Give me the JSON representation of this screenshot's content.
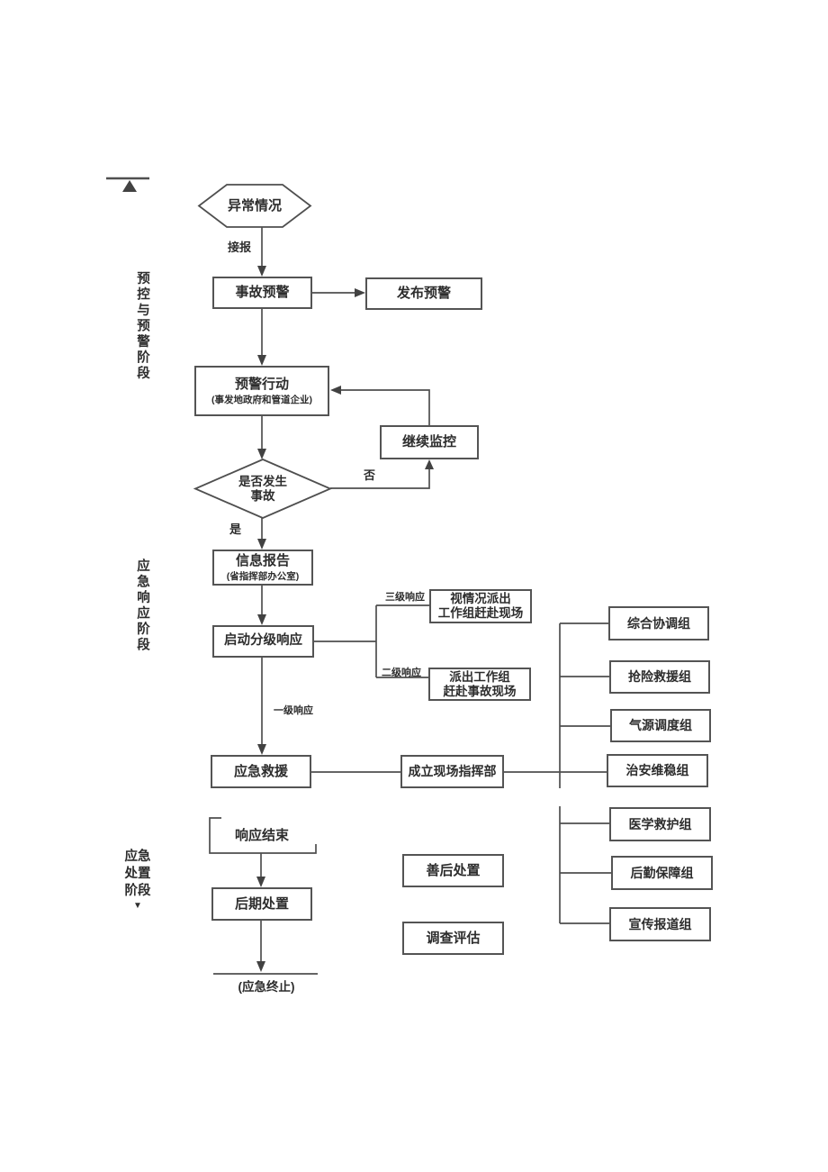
{
  "diagram": {
    "phase_labels": {
      "prewarning": "预控与预警阶段",
      "response": "应急响应阶段",
      "disposal_line1": "应急",
      "disposal_line2": "处置",
      "disposal_line3": "阶段",
      "disposal_arrow": "▼"
    },
    "nodes": {
      "abnormal_situation": "异常情况",
      "accident_prewarning": "事故预警",
      "issue_prewarning": "发布预警",
      "prewarning_action": "预警行动",
      "prewarning_action_sub": "(事发地政府和管道企业)",
      "continue_monitoring": "继续监控",
      "decision_line1": "是否发生",
      "decision_line2": "事故",
      "information_report": "信息报告",
      "information_report_sub": "(省指挥部办公室)",
      "start_graded_response": "启动分级响应",
      "level3_dispatch_line1": "视情况派出",
      "level3_dispatch_line2": "工作组赶赴现场",
      "level2_dispatch_line1": "派出工作组",
      "level2_dispatch_line2": "赶赴事故现场",
      "emergency_rescue": "应急救援",
      "establish_field_command": "成立现场指挥部",
      "groups_top": [
        "综合协调组",
        "抢险救援组",
        "气源调度组",
        "治安维稳组"
      ],
      "groups_bottom": [
        "医学救护组",
        "后勤保障组",
        "宣传报道组"
      ],
      "response_end": "响应结束",
      "post_disposal": "后期处置",
      "aftermath_disposal": "善后处置",
      "investigation_evaluation": "调查评估",
      "terminal": "(应急终止)"
    },
    "edge_labels": {
      "receive_report": "接报",
      "no": "否",
      "yes": "是",
      "level3_response": "三级响应",
      "level2_response": "二级响应",
      "level1_response": "一级响应"
    },
    "colors": {
      "line": "#4f4f4f",
      "text": "#2d2d2d",
      "background": "#ffffff"
    }
  }
}
